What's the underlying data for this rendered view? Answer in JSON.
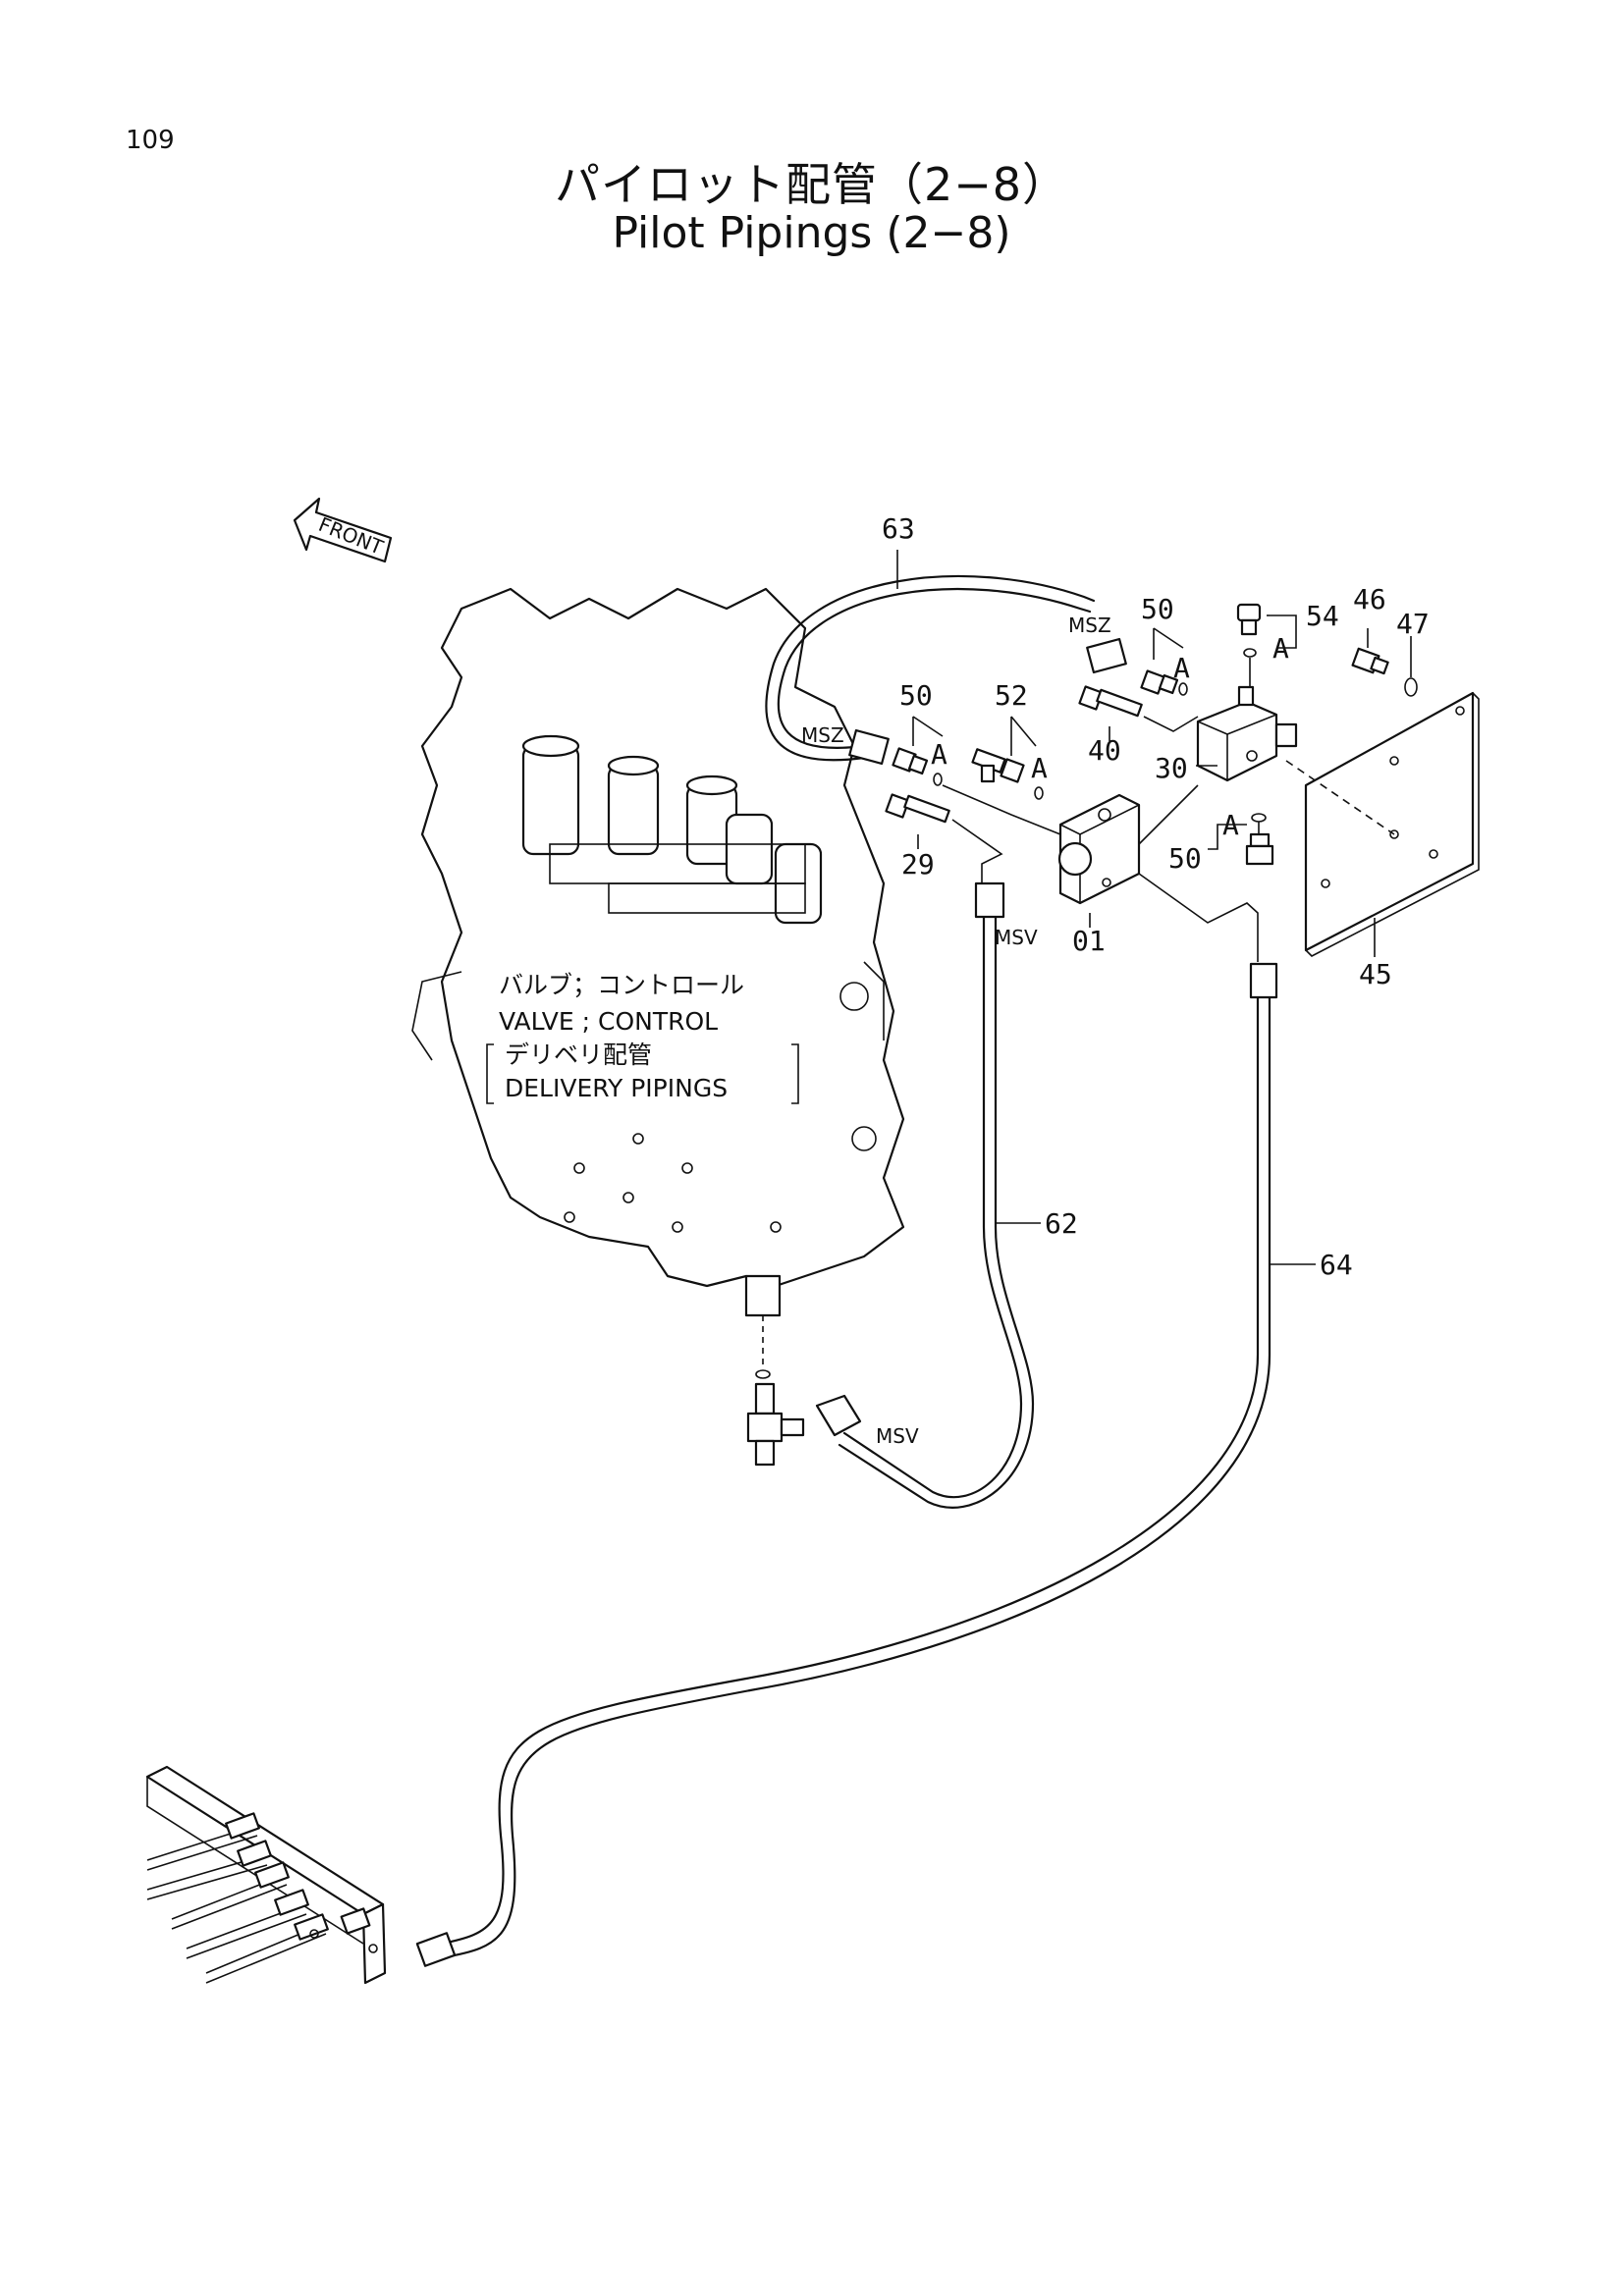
{
  "page_number": "109",
  "title": {
    "japanese": "パイロット配管（2−8）",
    "english": "Pilot Pipings (2−8)"
  },
  "direction_indicator": "FRONT",
  "note": {
    "line1": "バルブ；コントロール",
    "line2": "VALVE ; CONTROL",
    "line3": "デリベリ配管",
    "line4": "DELIVERY PIPINGS"
  },
  "port_labels": {
    "msz_upper": "MSZ",
    "msz_left": "MSZ",
    "msv_upper": "MSV",
    "msv_lower": "MSV"
  },
  "detail_marks": {
    "a1": "A",
    "a2": "A",
    "a3": "A",
    "a4": "A"
  },
  "callouts": {
    "p63": "63",
    "p50a": "50",
    "p54": "54",
    "p46": "46",
    "p47": "47",
    "p50b": "50",
    "p52": "52",
    "p40": "40",
    "p30": "30",
    "p29": "29",
    "p50c": "50",
    "p01": "01",
    "p45": "45",
    "p62": "62",
    "p64": "64"
  }
}
